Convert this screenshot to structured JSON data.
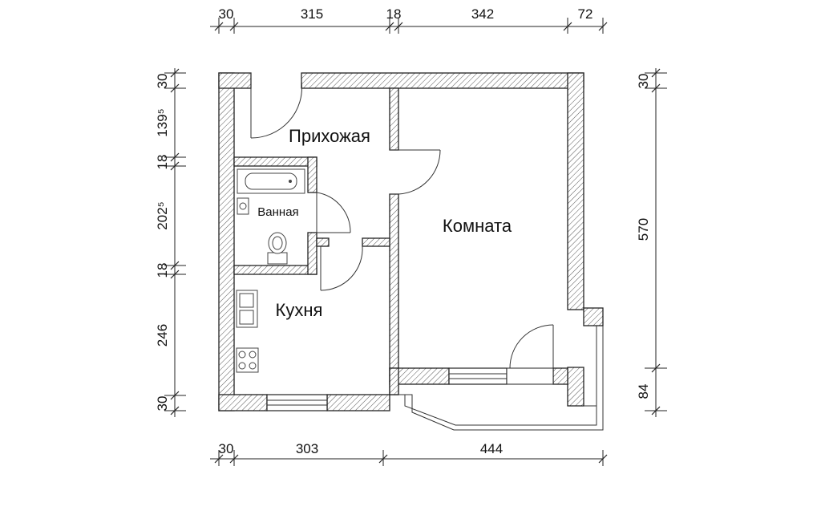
{
  "dimensions": {
    "top": [
      "30",
      "315",
      "18",
      "342",
      "72"
    ],
    "bottom": [
      "30",
      "303",
      "444"
    ],
    "left": [
      "30",
      "139⁵",
      "18",
      "202⁵",
      "18",
      "246",
      "30"
    ],
    "right": [
      "30",
      "570",
      "84"
    ]
  },
  "rooms": {
    "hallway": "Прихожая",
    "bathroom": "Ванная",
    "kitchen": "Кухня",
    "room": "Комната"
  }
}
